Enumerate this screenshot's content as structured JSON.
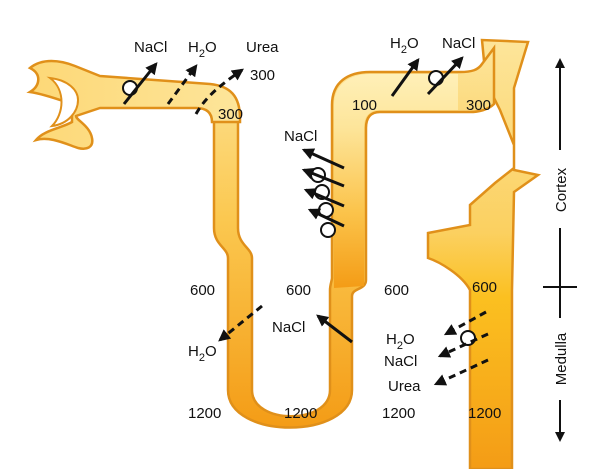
{
  "labels": {
    "nacl": "NaCl",
    "h2o_base": "H",
    "h2o_sub": "2",
    "h2o_end": "O",
    "urea": "Urea"
  },
  "osmolality": {
    "pct_top": "300",
    "pct_inner": "300",
    "dct": "100",
    "cd_top": "300",
    "desc_600": "600",
    "asc_600": "600",
    "interstitium_600": "600",
    "cd_600": "600",
    "desc_1200": "1200",
    "loop_1200": "1200",
    "interstitium_1200": "1200",
    "cd_1200": "1200"
  },
  "zones": {
    "cortex": "Cortex",
    "medulla": "Medulla"
  },
  "colors": {
    "tubule_light": "#fde59a",
    "tubule_mid": "#fbc34a",
    "tubule_deep": "#f49c16",
    "tubule_outline": "#e0901a",
    "ink": "#111111"
  }
}
